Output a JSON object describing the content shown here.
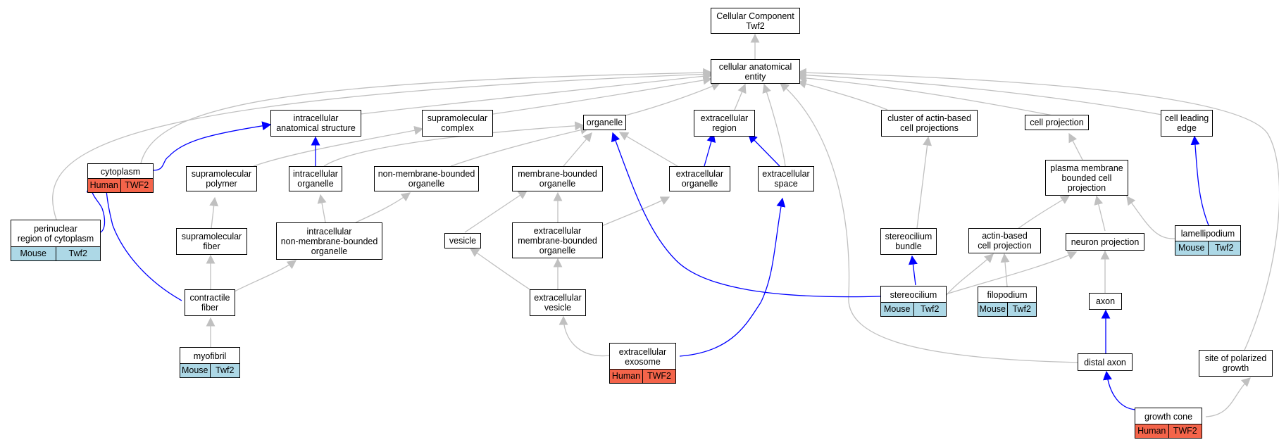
{
  "colors": {
    "gray_edge": "#c0c0c0",
    "blue_edge": "#0000ff",
    "mouse_bg": "#add8e6",
    "human_bg": "#f4644a"
  },
  "nodes": {
    "root": [
      "Cellular Component",
      "Twf2"
    ],
    "cellular_anatomical_entity": [
      "cellular anatomical",
      "entity"
    ],
    "intracellular_anatomical_structure": [
      "intracellular",
      "anatomical structure"
    ],
    "supramolecular_complex": [
      "supramolecular",
      "complex"
    ],
    "organelle": [
      "organelle"
    ],
    "extracellular_region": [
      "extracellular",
      "region"
    ],
    "cluster_actin": [
      "cluster of actin-based",
      "cell projections"
    ],
    "cell_projection": [
      "cell projection"
    ],
    "cell_leading_edge": [
      "cell leading",
      "edge"
    ],
    "cytoplasm": [
      "cytoplasm"
    ],
    "supramolecular_polymer": [
      "supramolecular",
      "polymer"
    ],
    "intracellular_organelle": [
      "intracellular",
      "organelle"
    ],
    "non_membrane_bounded_organelle": [
      "non-membrane-bounded",
      "organelle"
    ],
    "membrane_bounded_organelle": [
      "membrane-bounded",
      "organelle"
    ],
    "extracellular_organelle": [
      "extracellular",
      "organelle"
    ],
    "extracellular_space": [
      "extracellular",
      "space"
    ],
    "plasma_membrane_projection": [
      "plasma membrane",
      "bounded cell",
      "projection"
    ],
    "perinuclear": [
      "perinuclear",
      "region of cytoplasm"
    ],
    "supramolecular_fiber": [
      "supramolecular",
      "fiber"
    ],
    "intracellular_nmbo": [
      "intracellular",
      "non-membrane-bounded",
      "organelle"
    ],
    "vesicle": [
      "vesicle"
    ],
    "extracellular_mbo": [
      "extracellular",
      "membrane-bounded",
      "organelle"
    ],
    "stereocilium_bundle": [
      "stereocilium",
      "bundle"
    ],
    "actin_based_projection": [
      "actin-based",
      "cell projection"
    ],
    "neuron_projection": [
      "neuron projection"
    ],
    "lamellipodium": [
      "lamellipodium"
    ],
    "contractile_fiber": [
      "contractile",
      "fiber"
    ],
    "extracellular_vesicle": [
      "extracellular",
      "vesicle"
    ],
    "stereocilium": [
      "stereocilium"
    ],
    "filopodium": [
      "filopodium"
    ],
    "axon": [
      "axon"
    ],
    "myofibril": [
      "myofibril"
    ],
    "extracellular_exosome": [
      "extracellular",
      "exosome"
    ],
    "distal_axon": [
      "distal axon"
    ],
    "site_polarized_growth": [
      "site of polarized",
      "growth"
    ],
    "growth_cone": [
      "growth cone"
    ]
  },
  "species": {
    "cytoplasm": [
      "Human",
      "TWF2"
    ],
    "perinuclear": [
      "Mouse",
      "Twf2"
    ],
    "myofibril": [
      "Mouse",
      "Twf2"
    ],
    "extracellular_exosome": [
      "Human",
      "TWF2"
    ],
    "stereocilium": [
      "Mouse",
      "Twf2"
    ],
    "filopodium": [
      "Mouse",
      "Twf2"
    ],
    "lamellipodium": [
      "Mouse",
      "Twf2"
    ],
    "growth_cone": [
      "Human",
      "TWF2"
    ]
  }
}
